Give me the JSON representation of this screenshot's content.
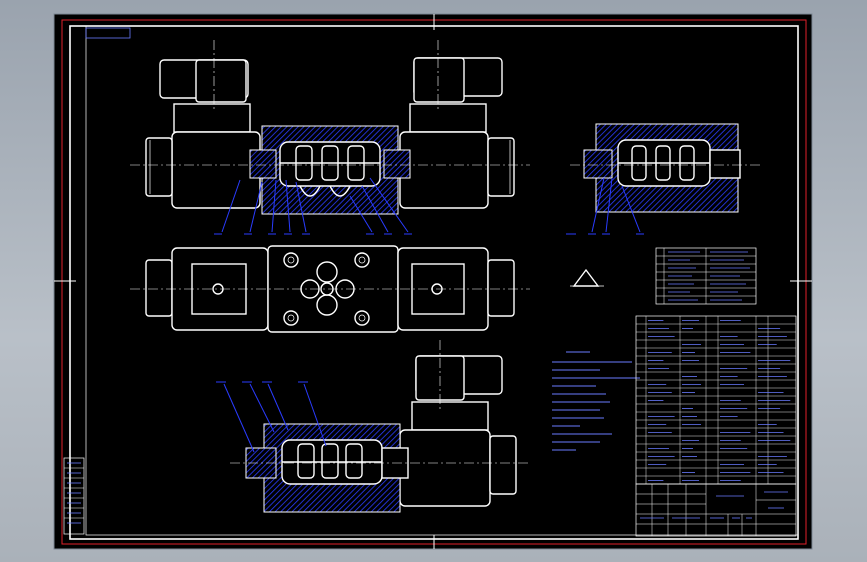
{
  "window": {
    "title": ""
  },
  "colors": {
    "sheet": "#000000",
    "line": "#ffffff",
    "border_red": "#e0202a",
    "leader_blue": "#2a3cff",
    "frame_gray": "#9aa3ae"
  },
  "labels": {
    "front_view_title": "",
    "bottom_view_title": "",
    "drawing_number_box": "",
    "title_block_name": "",
    "section_label": ""
  },
  "icons": [
    "solenoid-coil",
    "valve-spool",
    "mounting-hole",
    "leader-line"
  ]
}
